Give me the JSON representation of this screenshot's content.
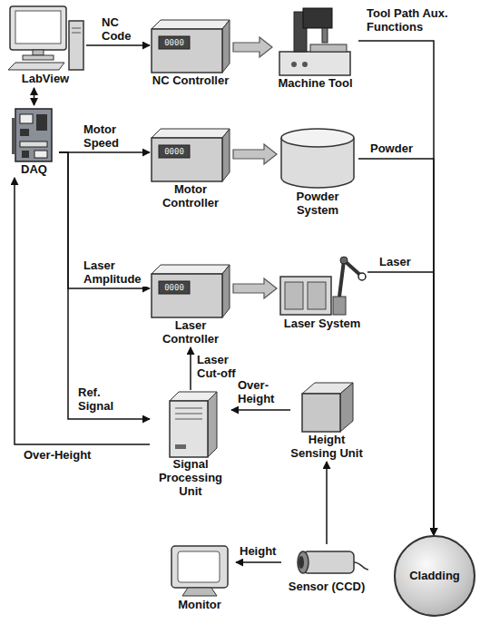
{
  "diagram": {
    "nodes": [
      {
        "text": [
          "LabView"
        ]
      },
      {
        "text": [
          "0000",
          "NC Controller"
        ]
      },
      {
        "text": [
          "Machine Tool"
        ]
      },
      {
        "text": [
          "DAQ"
        ]
      },
      {
        "text": [
          "0000",
          "Motor Controller"
        ]
      },
      {
        "text": [
          "Powder System"
        ]
      },
      {
        "text": [
          "0000",
          "Laser Controller"
        ]
      },
      {
        "text": [
          "Laser System"
        ]
      },
      {
        "text": [
          "Signal Processing Unit"
        ]
      },
      {
        "text": [
          "Height Sensing Unit"
        ]
      },
      {
        "text": [
          "Monitor"
        ]
      },
      {
        "text": [
          "Sensor (CCD)"
        ]
      },
      {
        "text": [
          "Cladding"
        ]
      }
    ],
    "edges": [
      {
        "from": 0,
        "to": 3,
        "arrow": "both"
      },
      {
        "from": 0,
        "to": 1,
        "label": "NC Code",
        "arrow": "to"
      },
      {
        "from": 1,
        "to": 2,
        "arrow": "to"
      },
      {
        "from": 3,
        "to": 4,
        "label": "Motor Speed",
        "arrow": "to"
      },
      {
        "from": 4,
        "to": 5,
        "arrow": "to"
      },
      {
        "from": 3,
        "to": 6,
        "label": "Laser Amplitude",
        "arrow": "to"
      },
      {
        "from": 6,
        "to": 7,
        "arrow": "to"
      },
      {
        "from": 3,
        "to": 8,
        "label": "Ref. Signal",
        "arrow": "to"
      },
      {
        "from": 8,
        "to": 6,
        "label": "Laser Cut-off",
        "arrow": "to"
      },
      {
        "from": 8,
        "to": 3,
        "label": "Over-Height",
        "arrow": "to"
      },
      {
        "from": 9,
        "to": 8,
        "label": "Over-Height",
        "arrow": "to"
      },
      {
        "from": 11,
        "to": 9,
        "arrow": "to"
      },
      {
        "from": 11,
        "to": 10,
        "label": "Height",
        "arrow": "to"
      },
      {
        "from": 2,
        "to": 12,
        "label": "Tool Path Aux. Functions",
        "arrow": "to"
      },
      {
        "from": 5,
        "to": 12,
        "label": "Powder",
        "arrow": "to"
      },
      {
        "from": 7,
        "to": 12,
        "label": "Laser",
        "arrow": "to"
      }
    ]
  }
}
